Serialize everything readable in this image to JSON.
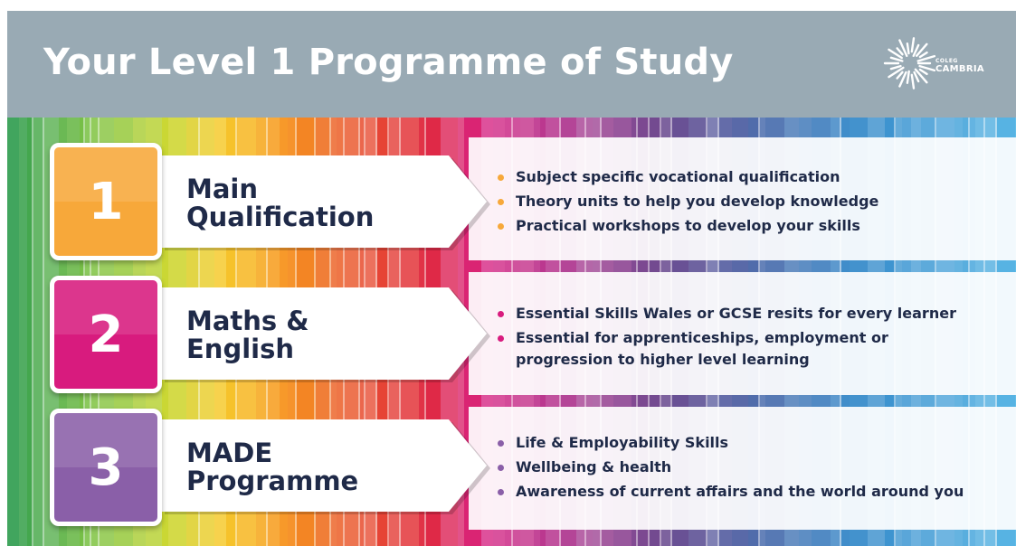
{
  "header": {
    "title": "Your Level 1 Programme of Study",
    "logo_small": "COLEG",
    "logo_big": "CAMBRIA"
  },
  "colors": {
    "header_bg": "#99aab4",
    "text_dark": "#1f2a48",
    "orange": "#f7a83a",
    "magenta": "#d81b7e",
    "purple": "#8a5fa8"
  },
  "sections": [
    {
      "number": "1",
      "title_line1": "Main",
      "title_line2": "Qualification",
      "bullets": [
        "Subject specific vocational qualification",
        "Theory units to help you develop knowledge",
        "Practical workshops to develop your skills"
      ]
    },
    {
      "number": "2",
      "title_line1": "Maths &",
      "title_line2": "English",
      "bullets": [
        "Essential Skills Wales or GCSE resits for every learner",
        "Essential for apprenticeships, employment or",
        "progression to higher level learning"
      ]
    },
    {
      "number": "3",
      "title_line1": "MADE",
      "title_line2": "Programme",
      "bullets": [
        "Life & Employability Skills",
        "Wellbeing & health",
        "Awareness of current affairs and the world around you"
      ]
    }
  ]
}
